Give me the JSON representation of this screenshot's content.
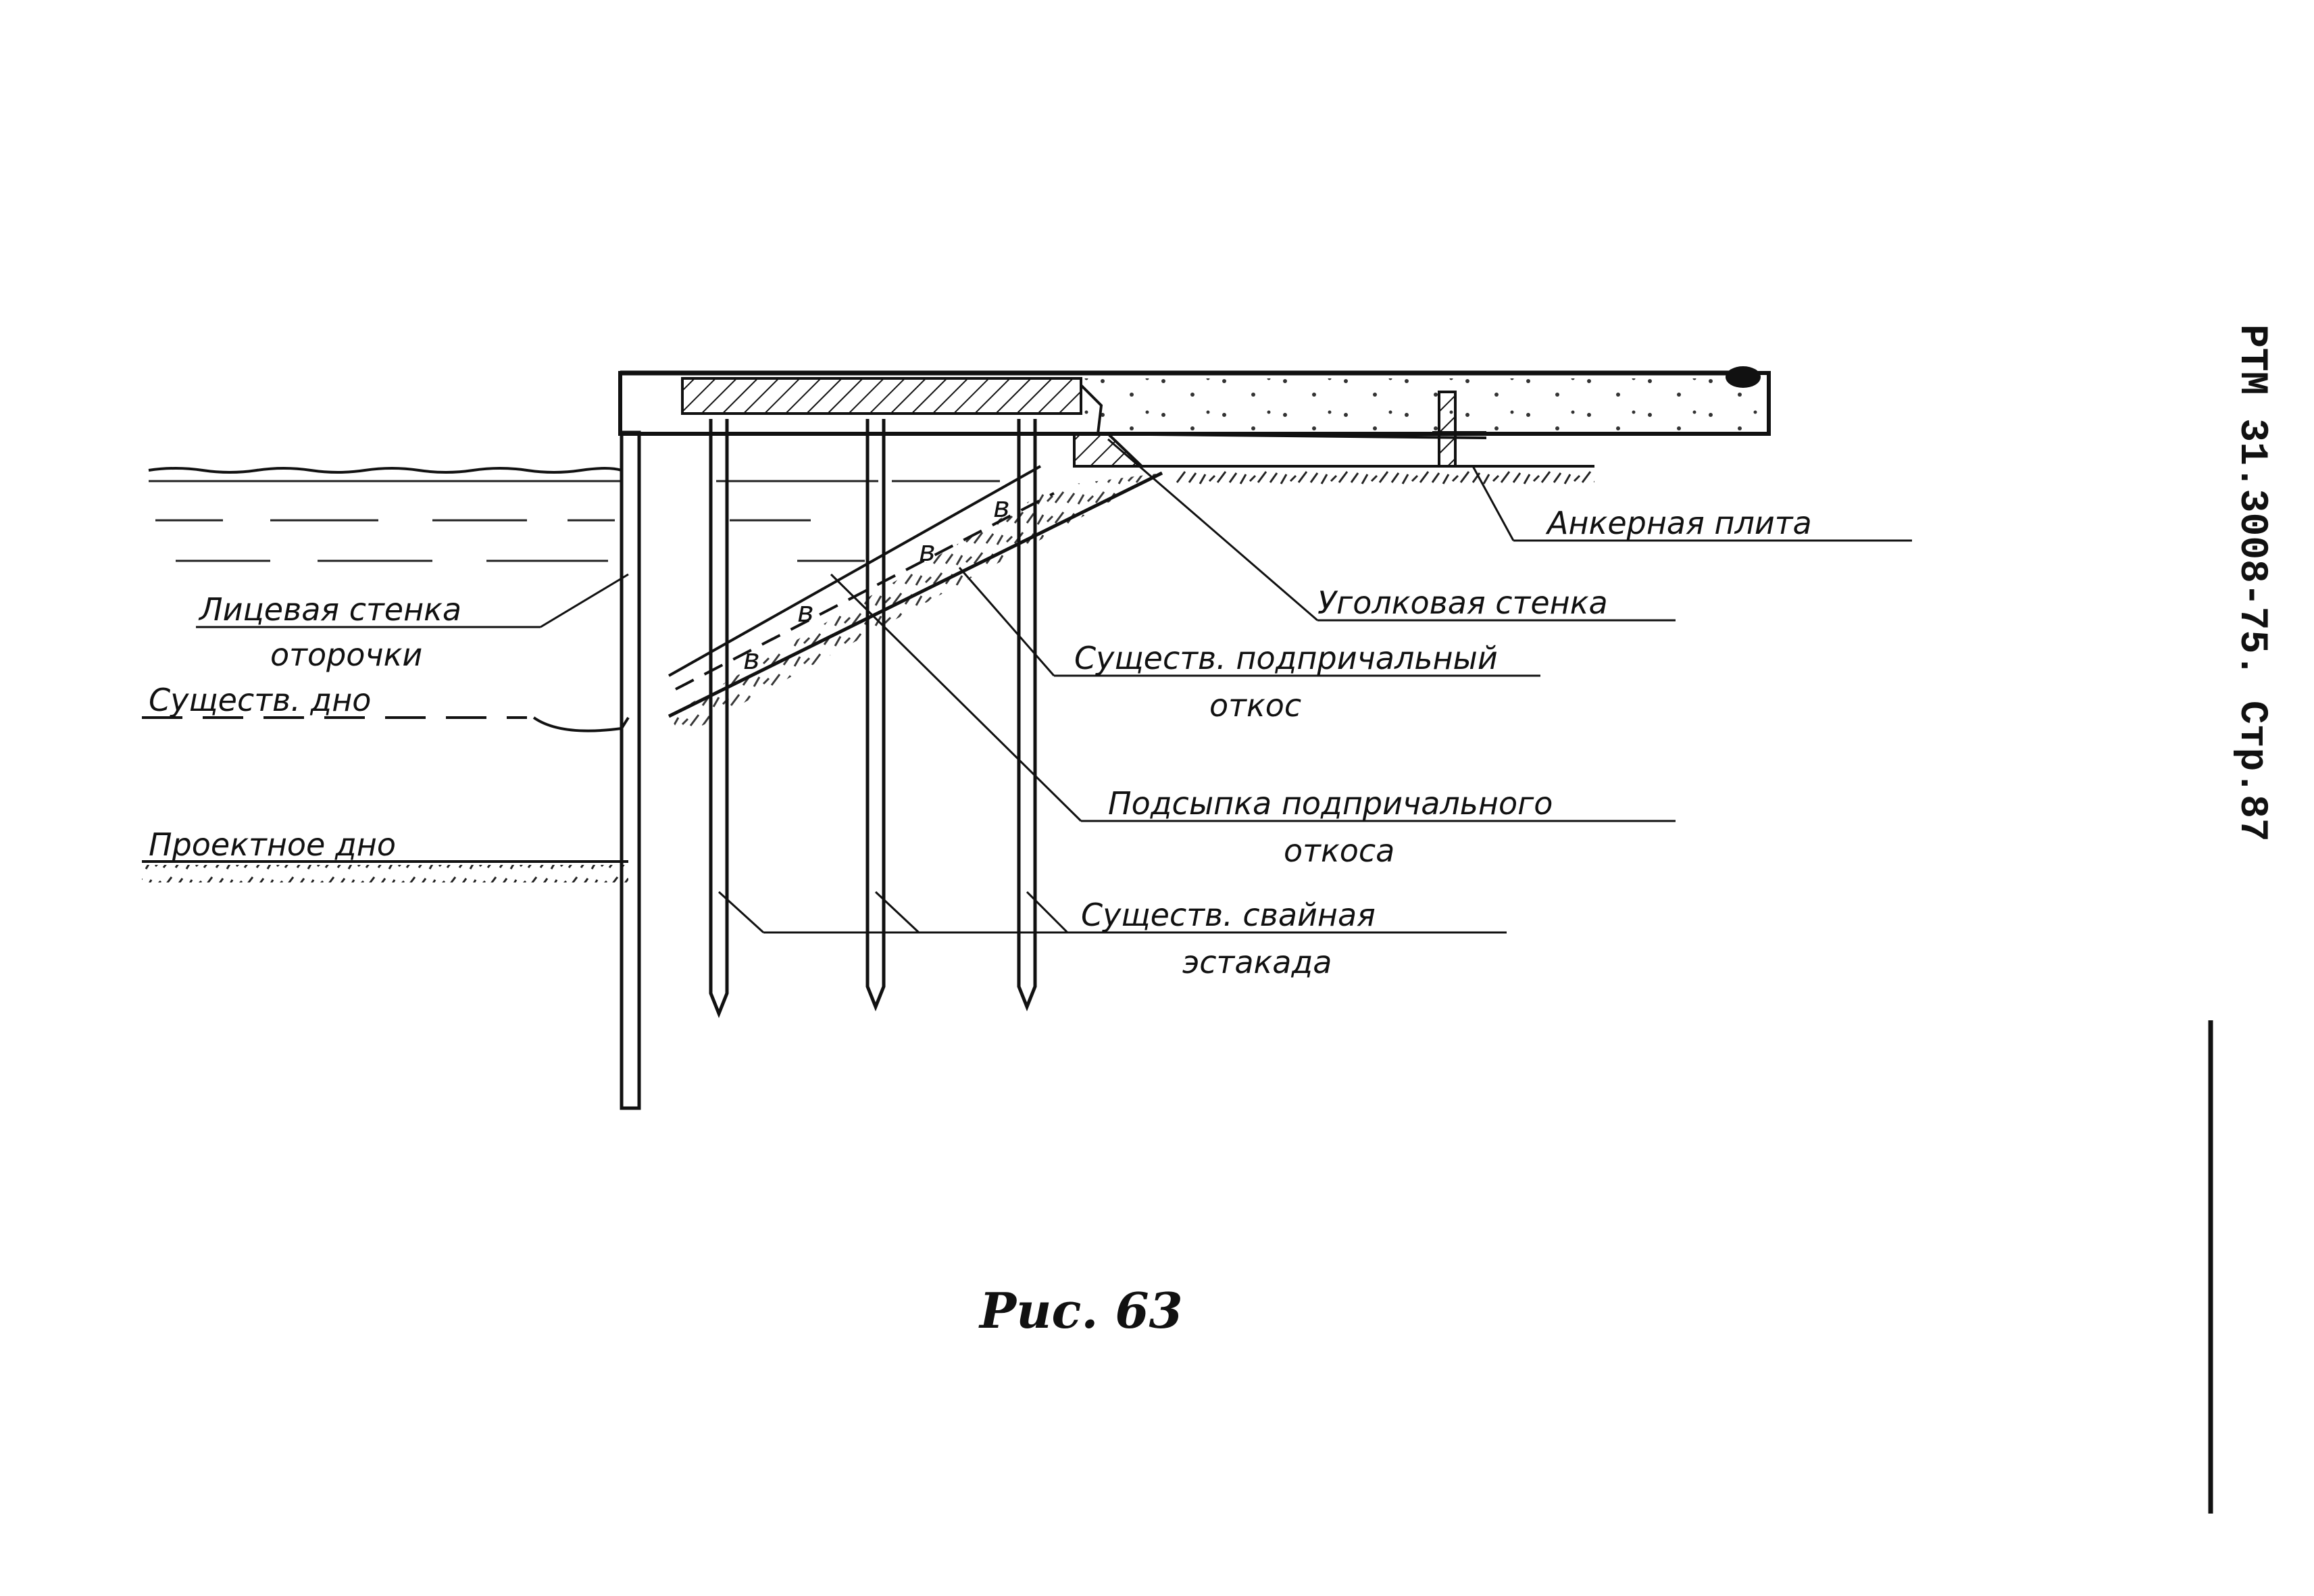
{
  "labels": {
    "anchor_plate": "Анкерная плита",
    "corner_wall": "Уголковая стенка",
    "face_wall_line1": "Лицевая стенка",
    "face_wall_line2": "оторочки",
    "existing_slope_line1": "Существ. подпричальный",
    "existing_slope_line2": "откос",
    "existing_bottom": "Существ. дно",
    "fill_slope_line1": "Подсыпка подпричального",
    "fill_slope_line2": "откоса",
    "design_bottom": "Проектное дно",
    "trestle_line1": "Существ. свайная",
    "trestle_line2": "эстакада"
  },
  "caption": "Рис. 63",
  "sheet_ref": "РТМ 31.3008-75. Стр.87",
  "colors": {
    "ink": "#111111",
    "paper": "#ffffff"
  }
}
